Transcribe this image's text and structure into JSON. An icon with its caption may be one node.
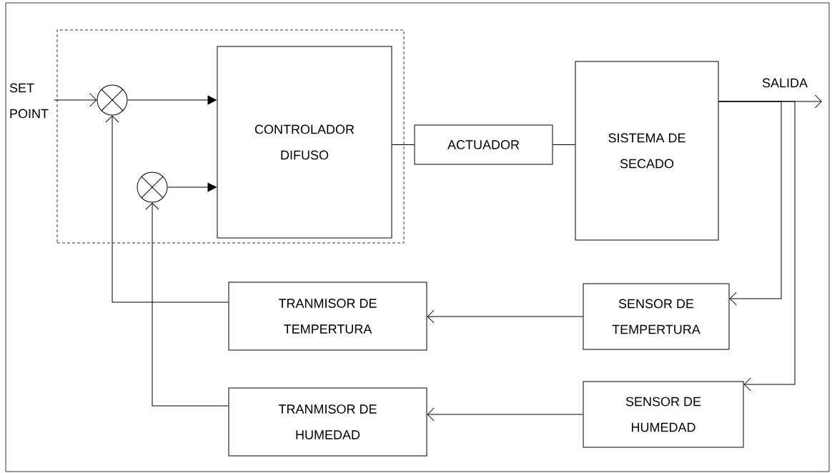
{
  "diagram": {
    "nodes": [
      {
        "text": [],
        "shape": "box"
      },
      {
        "text": [
          "SET POINT"
        ]
      },
      {
        "text": [],
        "shape": "circle",
        "in": 0
      },
      {
        "text": [
          "CONTROLADOR DIFUSO"
        ],
        "in": 0
      },
      {
        "text": [],
        "shape": "circle",
        "in": 0
      },
      {
        "text": [
          "ACTUADOR"
        ]
      },
      {
        "text": [
          "SISTEMA DE SECADO"
        ]
      },
      {
        "text": [
          "TRANMISOR DE TEMPERTURA"
        ]
      },
      {
        "text": [
          "SENSOR DE TEMPERTURA"
        ]
      },
      {
        "text": [
          "TRANMISOR DE HUMEDAD"
        ]
      },
      {
        "text": [
          "SENSOR DE HUMEDAD"
        ]
      }
    ],
    "edges": [
      {
        "from": 1,
        "to": 2,
        "arrow": "to"
      },
      {
        "from": 2,
        "to": 3,
        "arrow": "to"
      },
      {
        "from": 4,
        "to": 3,
        "arrow": "to"
      },
      {
        "from": 3,
        "to": 5,
        "arrow": "none"
      },
      {
        "from": 5,
        "to": 6,
        "arrow": "none"
      },
      {
        "from": 6,
        "to": null,
        "arrow": "to",
        "label": "SALIDA"
      },
      {
        "from": 6,
        "to": 8,
        "arrow": "to"
      },
      {
        "from": 6,
        "to": 10,
        "arrow": "to"
      },
      {
        "from": 8,
        "to": 7,
        "arrow": "to"
      },
      {
        "from": 10,
        "to": 9,
        "arrow": "to"
      },
      {
        "from": 7,
        "to": 2,
        "arrow": "to"
      },
      {
        "from": 9,
        "to": 4,
        "arrow": "to"
      }
    ]
  }
}
